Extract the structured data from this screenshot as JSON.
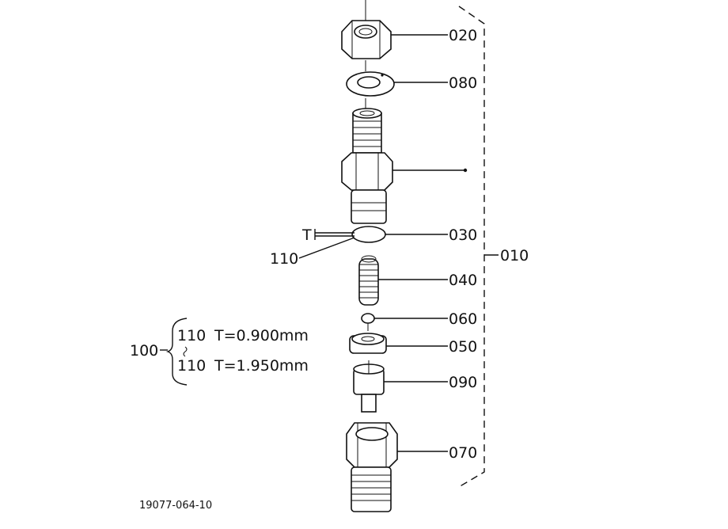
{
  "parts": [
    {
      "id": "020"
    },
    {
      "id": "080"
    },
    {
      "id": "030"
    },
    {
      "id": "040"
    },
    {
      "id": "060"
    },
    {
      "id": "050"
    },
    {
      "id": "090"
    },
    {
      "id": "070"
    }
  ],
  "assembly_label": "010",
  "shim_label": "110",
  "thickness_label": "T",
  "kit": {
    "label": "100",
    "items": [
      {
        "part": "110",
        "spec": "T=0.900mm"
      },
      {
        "part": "110",
        "spec": "T=1.950mm"
      }
    ]
  },
  "drawing_number": "19077-064-10"
}
